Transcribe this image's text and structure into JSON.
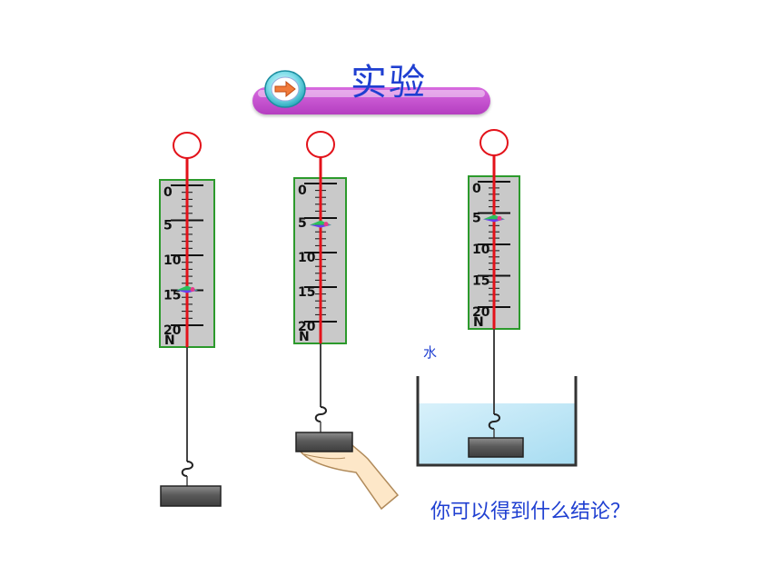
{
  "title": "实验",
  "conclusion_question": "你可以得到什么结论？",
  "water_label": "水",
  "unit_label": "N",
  "scale_tick_labels": [
    "0",
    "5",
    "10",
    "15",
    "20"
  ],
  "spring_scales": [
    {
      "id": "in-air",
      "reading": 15,
      "scale_max": 20
    },
    {
      "id": "hand-supported",
      "reading": 6,
      "scale_max": 20
    },
    {
      "id": "in-water",
      "reading": 6,
      "scale_max": 20
    }
  ],
  "colors": {
    "title_text": "#1f3fd1",
    "title_bar": "#c04fcb",
    "scale_border": "#2c9a2c",
    "scale_fill": "#c9c9c9",
    "red_line": "#e3121a",
    "water": "#bfe6f6",
    "block": "#5d5d5d"
  },
  "icons": [
    "arrow-right-icon",
    "hand-icon",
    "hook-icon",
    "ring-icon",
    "pointer-icon"
  ]
}
